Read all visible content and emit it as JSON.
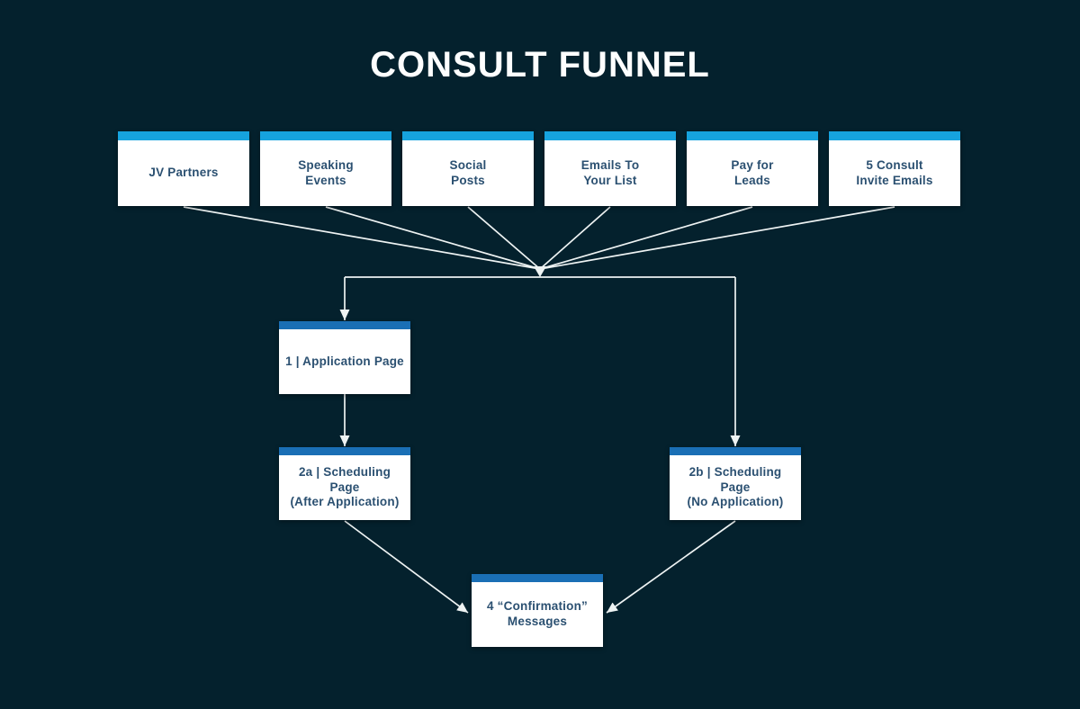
{
  "title": "CONSULT FUNNEL",
  "palette": {
    "background": "#04212d",
    "source_header_bar": "#16a3de",
    "flow_header_bar": "#1a6fb5",
    "box_background": "#ffffff",
    "box_text": "#2b5071",
    "connector_line": "#eef3f3"
  },
  "sources": [
    {
      "id": "jv-partners",
      "label": "JV Partners"
    },
    {
      "id": "speaking-events",
      "label": "Speaking\nEvents"
    },
    {
      "id": "social-posts",
      "label": "Social\nPosts"
    },
    {
      "id": "emails-to-your-list",
      "label": "Emails To\nYour List"
    },
    {
      "id": "pay-for-leads",
      "label": "Pay for\nLeads"
    },
    {
      "id": "consult-invite-emails",
      "label": "5 Consult\nInvite Emails"
    }
  ],
  "stages": {
    "application": {
      "label": "1 | Application Page"
    },
    "scheduling_after": {
      "label": "2a | Scheduling Page\n(After Application)"
    },
    "scheduling_no": {
      "label": "2b | Scheduling Page\n(No Application)"
    },
    "confirmation": {
      "label": "4 “Confirmation”\nMessages"
    }
  },
  "edges": [
    {
      "from": "jv-partners",
      "to": "funnel-junction"
    },
    {
      "from": "speaking-events",
      "to": "funnel-junction"
    },
    {
      "from": "social-posts",
      "to": "funnel-junction"
    },
    {
      "from": "emails-to-your-list",
      "to": "funnel-junction"
    },
    {
      "from": "pay-for-leads",
      "to": "funnel-junction"
    },
    {
      "from": "consult-invite-emails",
      "to": "funnel-junction"
    },
    {
      "from": "funnel-junction",
      "to": "application"
    },
    {
      "from": "funnel-junction",
      "to": "scheduling_no"
    },
    {
      "from": "application",
      "to": "scheduling_after"
    },
    {
      "from": "scheduling_after",
      "to": "confirmation"
    },
    {
      "from": "scheduling_no",
      "to": "confirmation"
    }
  ]
}
